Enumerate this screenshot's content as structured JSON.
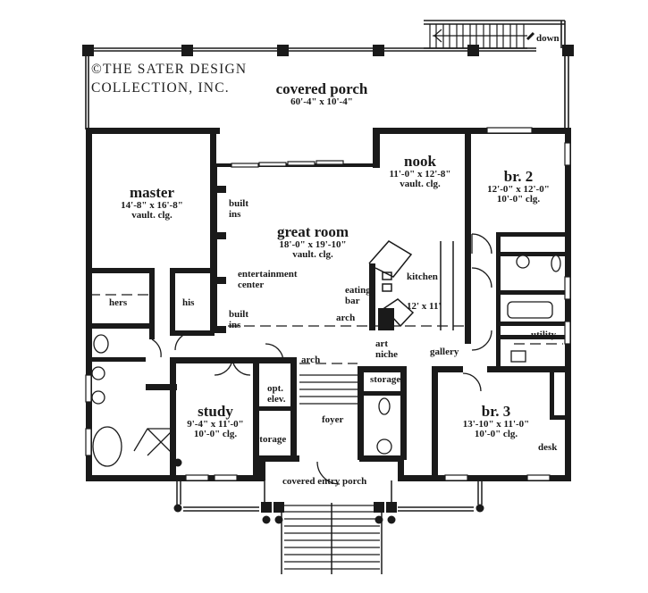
{
  "copyright": {
    "line1": "©THE SATER DESIGN",
    "line2": "COLLECTION, INC."
  },
  "rooms": {
    "covered_porch": {
      "name": "covered porch",
      "size": "60'-4\" x 10'-4\""
    },
    "master": {
      "name": "master",
      "size": "14'-8\" x 16'-8\"",
      "ceiling": "vault. clg."
    },
    "great_room": {
      "name": "great room",
      "size": "18'-0\" x 19'-10\"",
      "ceiling": "vault. clg."
    },
    "nook": {
      "name": "nook",
      "size": "11'-0\" x 12'-8\"",
      "ceiling": "vault. clg."
    },
    "br2": {
      "name": "br. 2",
      "size": "12'-0\" x 12'-0\"",
      "ceiling": "10'-0\" clg."
    },
    "kitchen": {
      "name": "kitchen",
      "size": "12' x 11'"
    },
    "study": {
      "name": "study",
      "size": "9'-4\" x 11'-0\"",
      "ceiling": "10'-0\" clg."
    },
    "br3": {
      "name": "br. 3",
      "size": "13'-10\" x 11'-0\"",
      "ceiling": "10'-0\" clg."
    },
    "foyer": {
      "name": "foyer"
    },
    "covered_entry_porch": {
      "name": "covered entry porch"
    }
  },
  "labels": {
    "down": "down",
    "built_ins_1": [
      "built",
      "ins"
    ],
    "built_ins_2": [
      "built",
      "ins"
    ],
    "entertainment_center": [
      "entertainment",
      "center"
    ],
    "eating_bar": [
      "eating",
      "bar"
    ],
    "hers": "hers",
    "his": "his",
    "arch_1": "arch",
    "arch_2": "arch",
    "art_niche": [
      "art",
      "niche"
    ],
    "gallery": "gallery",
    "utility": "utility",
    "opt_elev": [
      "opt.",
      "elev."
    ],
    "storage_1": "storage",
    "storage_2": "storage",
    "desk": "desk"
  },
  "colors": {
    "wall": "#1a1a1a",
    "background": "#ffffff"
  }
}
